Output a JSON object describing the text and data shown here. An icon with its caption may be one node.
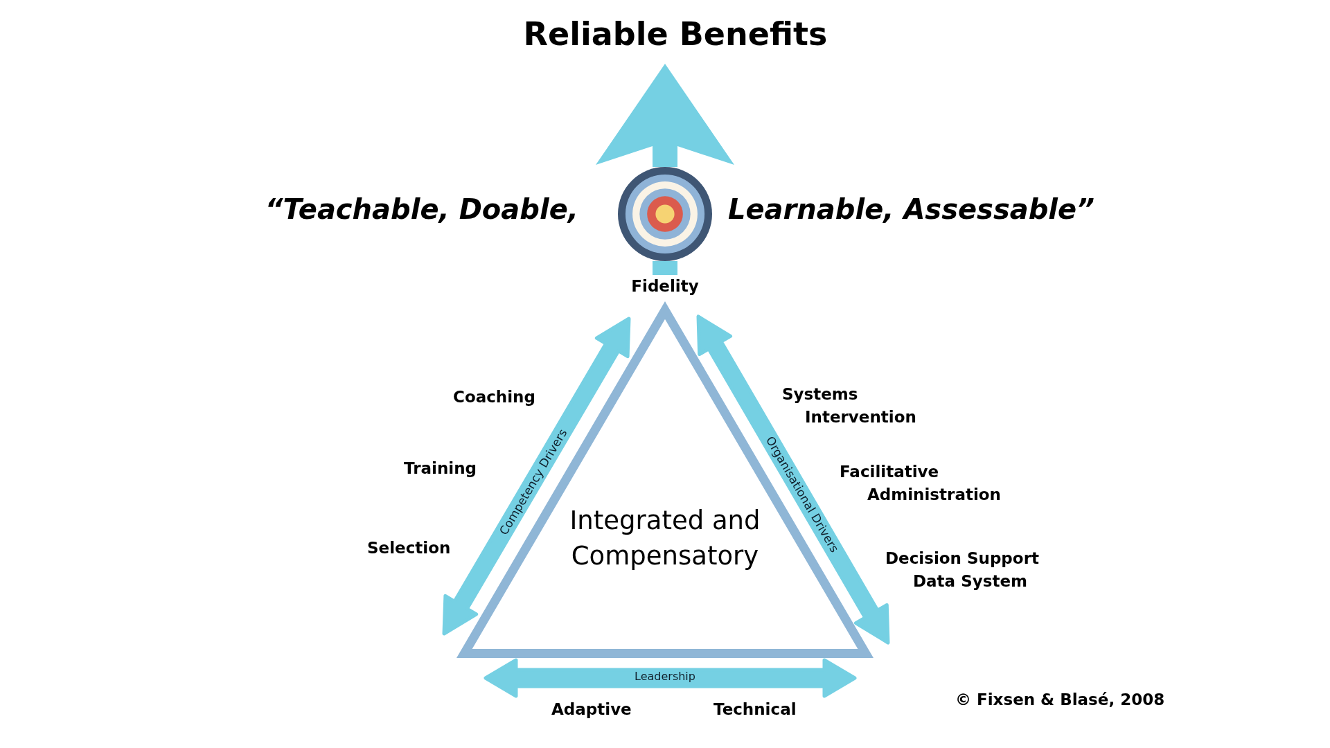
{
  "diagram": {
    "nodes": [
      {
        "text": [
          "Reliable Benefits"
        ]
      },
      {
        "text": [],
        "shape": "target"
      },
      {
        "text": [
          "Fidelity"
        ]
      },
      {
        "text": [
          "Integrated and Compensatory"
        ]
      }
    ],
    "edges": [
      {
        "from": 2,
        "to": 1,
        "arrow": "none"
      },
      {
        "from": 1,
        "to": 0,
        "arrow": "to"
      }
    ],
    "labels": [
      "“Teachable, Doable,",
      "Learnable, Assessable”",
      "Coaching",
      "Systems Intervention",
      "Training",
      "Facilitative Administration",
      "Competency Drivers",
      "Organisational Drivers",
      "Selection",
      "Decision Support Data System",
      "Leadership",
      "Adaptive",
      "Technical",
      "© Fixsen & Blasé, 2008"
    ]
  }
}
